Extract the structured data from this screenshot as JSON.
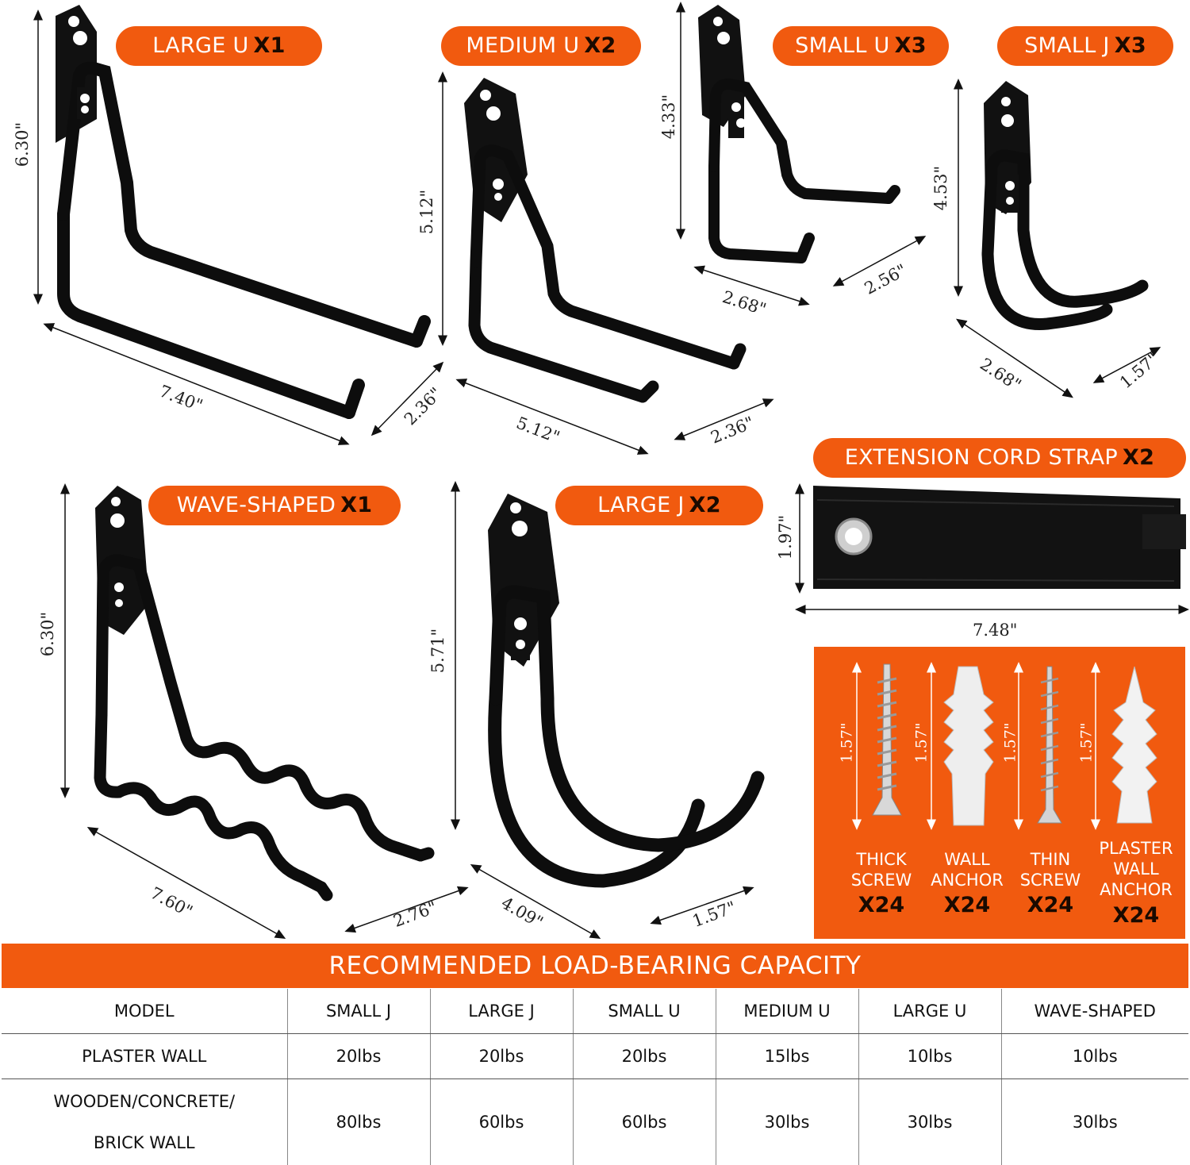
{
  "labels": {
    "large_u": {
      "name": "LARGE  U",
      "qty": "X1"
    },
    "medium_u": {
      "name": "MEDIUM U",
      "qty": "X2"
    },
    "small_u": {
      "name": "SMALL U",
      "qty": "X3"
    },
    "small_j": {
      "name": "SMALL J",
      "qty": "X3"
    },
    "wave": {
      "name": "WAVE-SHAPED",
      "qty": "X1"
    },
    "large_j": {
      "name": "LARGE  J",
      "qty": "X2"
    },
    "strap": {
      "name": "EXTENSION CORD STRAP",
      "qty": "X2"
    }
  },
  "dimensions": {
    "large_u_h": "6.30\"",
    "large_u_w": "7.40\"",
    "large_u_d": "2.36\"",
    "medium_u_h": "5.12\"",
    "medium_u_w": "5.12\"",
    "medium_u_d": "2.36\"",
    "small_u_h": "4.33\"",
    "small_u_w": "2.68\"",
    "small_u_d": "2.56\"",
    "small_j_h": "4.53\"",
    "small_j_w": "2.68\"",
    "small_j_d": "1.57\"",
    "wave_h": "6.30\"",
    "wave_w": "7.60\"",
    "wave_d": "2.76\"",
    "large_j_h": "5.71\"",
    "large_j_w": "4.09\"",
    "large_j_d": "1.57\"",
    "strap_h": "1.97\"",
    "strap_w": "7.48\""
  },
  "hardware": [
    {
      "label_lines": [
        "THICK",
        "SCREW"
      ],
      "qty": "X24",
      "length": "1.57\""
    },
    {
      "label_lines": [
        "WALL",
        "ANCHOR"
      ],
      "qty": "X24",
      "length": "1.57\""
    },
    {
      "label_lines": [
        "THIN",
        "SCREW"
      ],
      "qty": "X24",
      "length": "1.57\""
    },
    {
      "label_lines": [
        "PLASTER",
        "WALL",
        "ANCHOR"
      ],
      "qty": "X24",
      "length": "1.57\""
    }
  ],
  "capacity": {
    "title": "RECOMMENDED LOAD-BEARING CAPACITY",
    "header": [
      "MODEL",
      "SMALL J",
      "LARGE J",
      "SMALL U",
      "MEDIUM U",
      "LARGE U",
      "WAVE-SHAPED"
    ],
    "rows": [
      {
        "label": "PLASTER WALL",
        "values": [
          "20lbs",
          "20lbs",
          "20lbs",
          "15lbs",
          "10lbs",
          "10lbs"
        ]
      },
      {
        "label_lines": [
          "WOODEN/CONCRETE/",
          "BRICK WALL"
        ],
        "values": [
          "80lbs",
          "60lbs",
          "60lbs",
          "30lbs",
          "30lbs",
          "30lbs"
        ]
      }
    ]
  },
  "colors": {
    "accent": "#f15a0f",
    "hook": "#0d0d0d"
  }
}
